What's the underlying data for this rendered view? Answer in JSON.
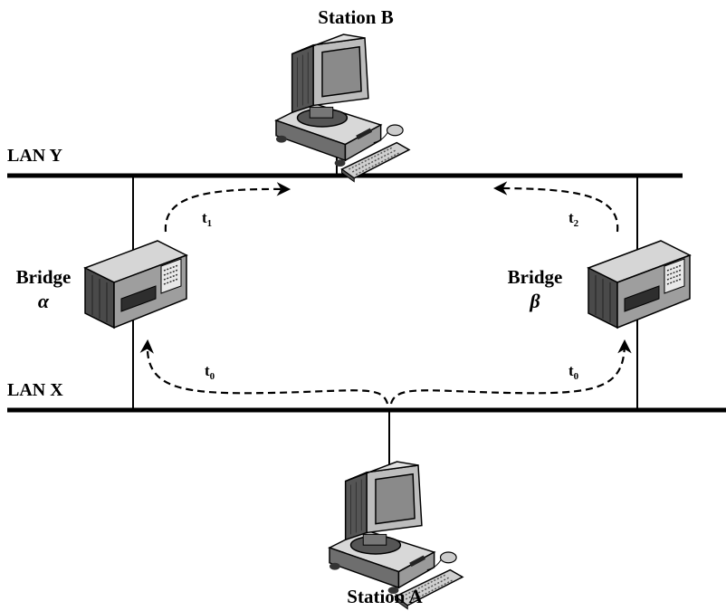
{
  "lans": {
    "y": {
      "label": "LAN Y"
    },
    "x": {
      "label": "LAN X"
    }
  },
  "stations": {
    "b": {
      "label": "Station B",
      "icon": "workstation-icon"
    },
    "a": {
      "label": "Station A",
      "icon": "workstation-icon"
    }
  },
  "bridges": {
    "alpha": {
      "label": "Bridge",
      "symbol": "α",
      "icon": "bridge-device-icon"
    },
    "beta": {
      "label": "Bridge",
      "symbol": "β",
      "icon": "bridge-device-icon"
    }
  },
  "times": {
    "t1": {
      "base": "t",
      "sub": "1"
    },
    "t2": {
      "base": "t",
      "sub": "2"
    },
    "t0_left": {
      "base": "t",
      "sub": "0"
    },
    "t0_right": {
      "base": "t",
      "sub": "0"
    }
  }
}
